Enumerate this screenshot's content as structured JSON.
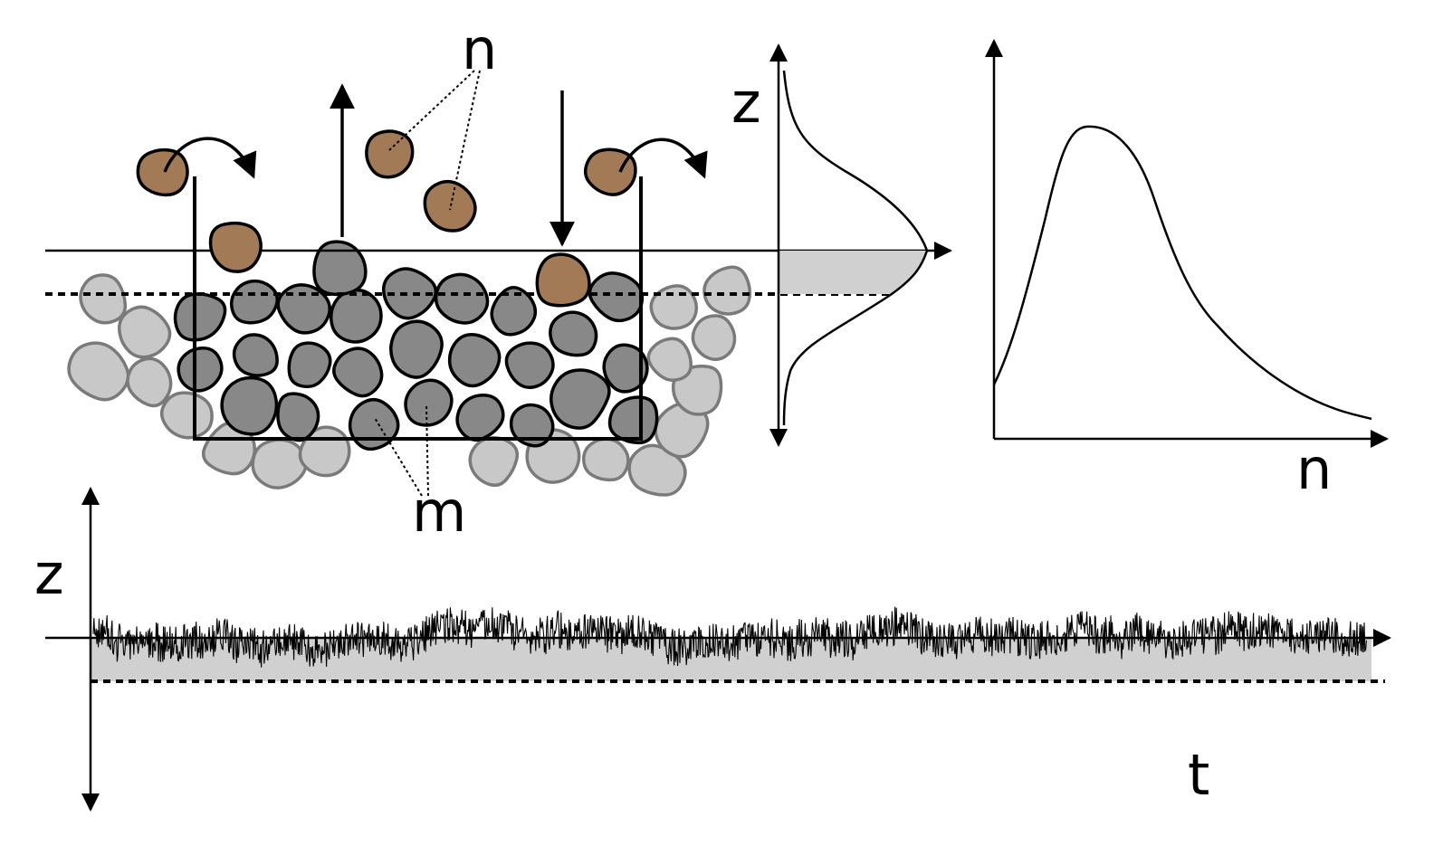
{
  "labels": {
    "n_top": "n",
    "m_bottom": "m",
    "z_profile": "z",
    "n_axis": "n",
    "z_series": "z",
    "t_axis": "t"
  },
  "icons": {
    "mobile_grain": "brown-grain-icon",
    "bed_grain": "dark-grey-grain-icon",
    "background_grain": "light-grey-grain-icon"
  },
  "colors": {
    "mobile_grain": "#a27a55",
    "bed_grain": "#888888",
    "background_grain": "#c8c8c8",
    "shade": "#d0d0d0",
    "stroke": "#000000"
  }
}
